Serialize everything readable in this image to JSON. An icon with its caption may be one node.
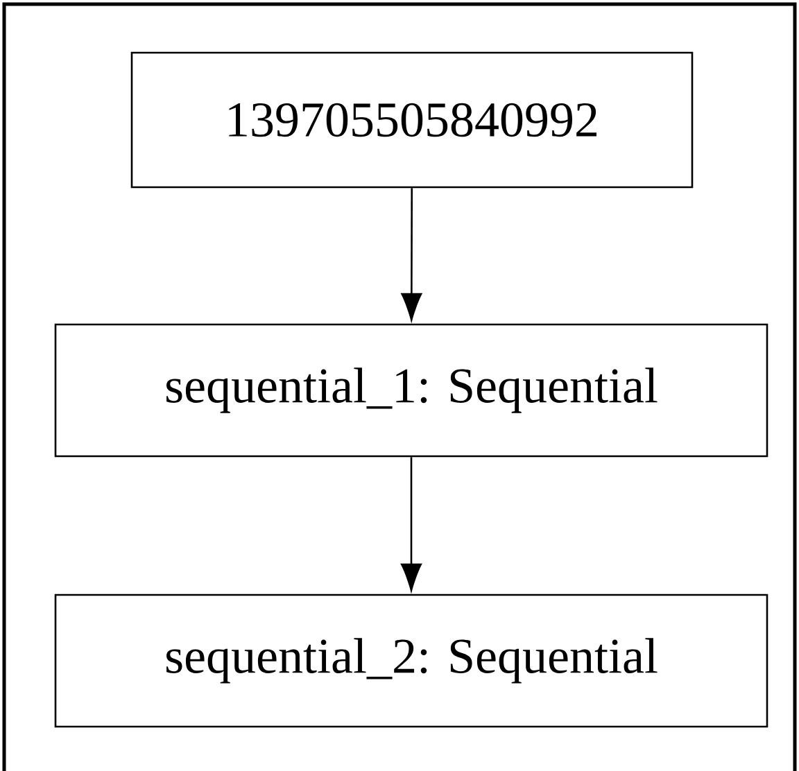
{
  "diagram": {
    "nodes": [
      {
        "text": [
          "139705505840992"
        ]
      },
      {
        "text": [
          "sequential_1: Sequential"
        ]
      },
      {
        "text": [
          "sequential_2: Sequential"
        ]
      }
    ],
    "edges": [
      {
        "from": 0,
        "to": 1,
        "arrow": "to"
      },
      {
        "from": 1,
        "to": 2,
        "arrow": "to"
      }
    ]
  }
}
